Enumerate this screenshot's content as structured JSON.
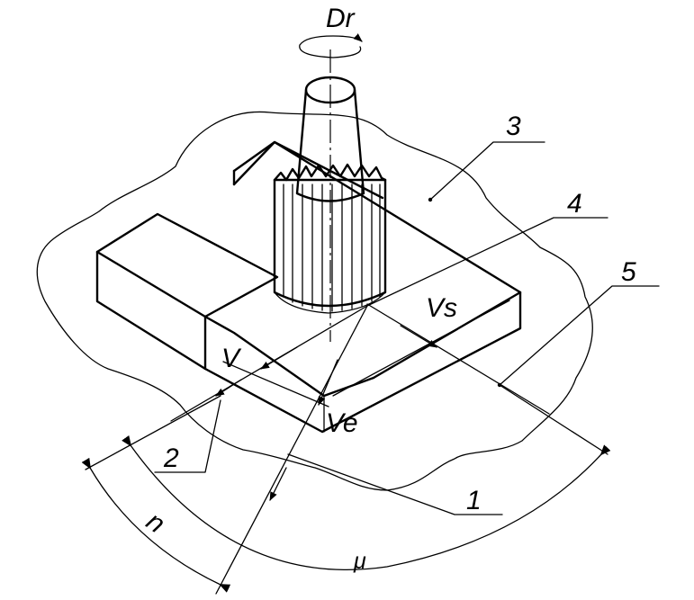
{
  "labels": {
    "dr": "Dr",
    "vs": "Vs",
    "v": "V",
    "ve": "Ve",
    "n": "n",
    "mu": "μ",
    "callout_1": "1",
    "callout_2": "2",
    "callout_3": "3",
    "callout_4": "4",
    "callout_5": "5"
  }
}
